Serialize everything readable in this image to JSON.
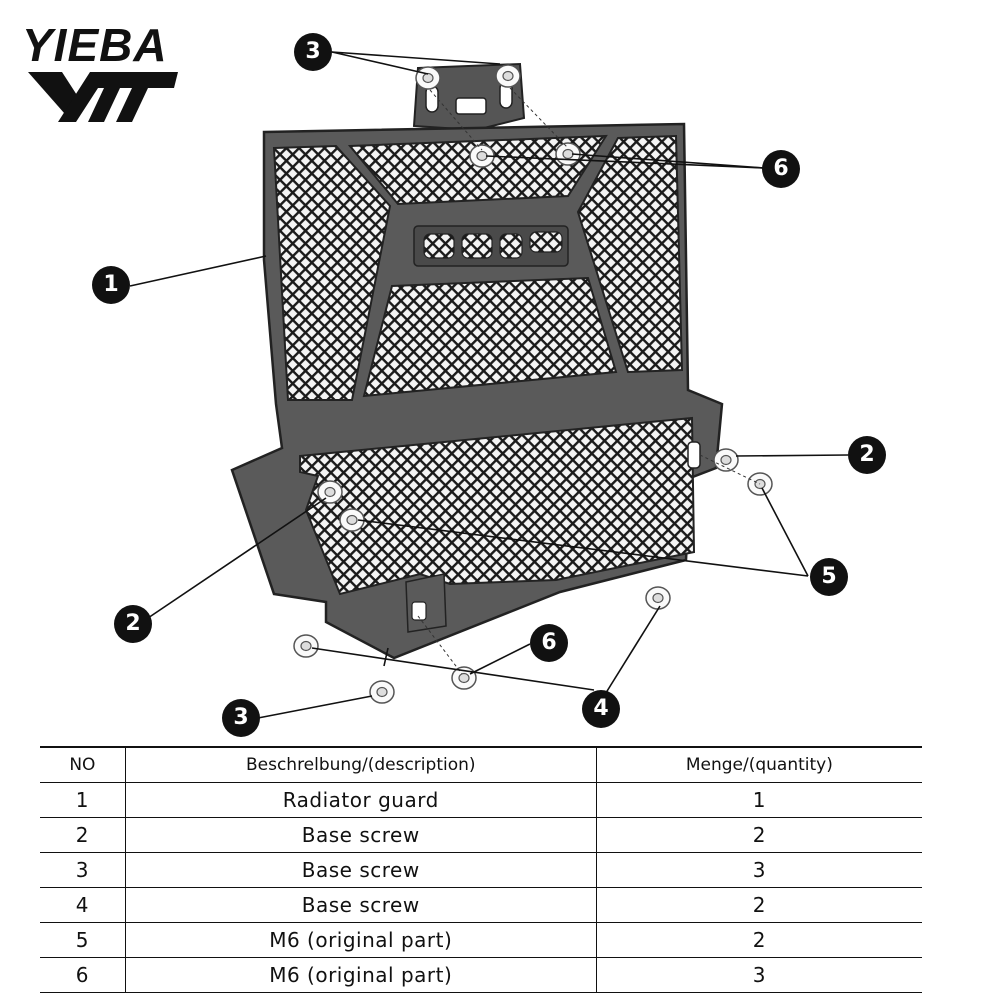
{
  "brand": {
    "name": "YIEBA"
  },
  "diagram": {
    "callouts": [
      {
        "id": "callout-3-top",
        "label": "3"
      },
      {
        "id": "callout-6-top",
        "label": "6"
      },
      {
        "id": "callout-1",
        "label": "1"
      },
      {
        "id": "callout-2-right",
        "label": "2"
      },
      {
        "id": "callout-5",
        "label": "5"
      },
      {
        "id": "callout-2-left",
        "label": "2"
      },
      {
        "id": "callout-6-bottom",
        "label": "6"
      },
      {
        "id": "callout-3-bottom",
        "label": "3"
      },
      {
        "id": "callout-4",
        "label": "4"
      }
    ]
  },
  "table": {
    "headers": [
      "NO",
      "Beschrelbung/(description)",
      "Menge/(quantity)"
    ],
    "rows": [
      {
        "no": "1",
        "description": "Radiator guard",
        "quantity": "1"
      },
      {
        "no": "2",
        "description": "Base screw",
        "quantity": "2"
      },
      {
        "no": "3",
        "description": "Base screw",
        "quantity": "3"
      },
      {
        "no": "4",
        "description": "Base screw",
        "quantity": "2"
      },
      {
        "no": "5",
        "description": "M6 (original part)",
        "quantity": "2"
      },
      {
        "no": "6",
        "description": "M6 (original part)",
        "quantity": "3"
      }
    ]
  }
}
